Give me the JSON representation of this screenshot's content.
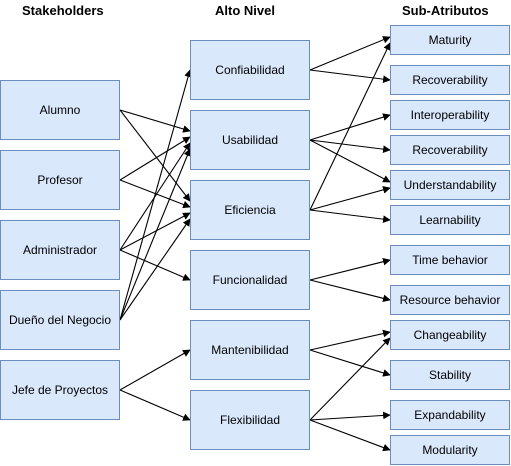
{
  "headers": {
    "stakeholders": "Stakeholders",
    "alto_nivel": "Alto Nivel",
    "sub_atributos": "Sub-Atributos"
  },
  "stakeholders": [
    {
      "id": "alumno",
      "label": "Alumno"
    },
    {
      "id": "profesor",
      "label": "Profesor"
    },
    {
      "id": "administrador",
      "label": "Administrador"
    },
    {
      "id": "dueno",
      "label": "Dueño del Negocio"
    },
    {
      "id": "jefe",
      "label": "Jefe de Proyectos"
    }
  ],
  "alto_nivel": [
    {
      "id": "confiabilidad",
      "label": "Confiabilidad"
    },
    {
      "id": "usabilidad",
      "label": "Usabilidad"
    },
    {
      "id": "eficiencia",
      "label": "Eficiencia"
    },
    {
      "id": "funcionalidad",
      "label": "Funcionalidad"
    },
    {
      "id": "mantenibilidad",
      "label": "Mantenibilidad"
    },
    {
      "id": "flexibilidad",
      "label": "Flexibilidad"
    }
  ],
  "sub_atributos": [
    {
      "id": "maturity",
      "label": "Maturity"
    },
    {
      "id": "recoverability1",
      "label": "Recoverability"
    },
    {
      "id": "interoperability",
      "label": "Interoperability"
    },
    {
      "id": "recoverability2",
      "label": "Recoverability"
    },
    {
      "id": "understandability",
      "label": "Understandability"
    },
    {
      "id": "learnability",
      "label": "Learnability"
    },
    {
      "id": "time_behavior",
      "label": "Time behavior"
    },
    {
      "id": "resource_behavior",
      "label": "Resource behavior"
    },
    {
      "id": "changeability",
      "label": "Changeability"
    },
    {
      "id": "stability",
      "label": "Stability"
    },
    {
      "id": "expandability",
      "label": "Expandability"
    },
    {
      "id": "modularity",
      "label": "Modularity"
    }
  ],
  "edges": [
    {
      "from": "alumno",
      "to": "usabilidad"
    },
    {
      "from": "alumno",
      "to": "eficiencia"
    },
    {
      "from": "profesor",
      "to": "usabilidad"
    },
    {
      "from": "profesor",
      "to": "eficiencia"
    },
    {
      "from": "administrador",
      "to": "usabilidad"
    },
    {
      "from": "administrador",
      "to": "eficiencia"
    },
    {
      "from": "administrador",
      "to": "funcionalidad"
    },
    {
      "from": "dueno",
      "to": "confiabilidad"
    },
    {
      "from": "dueno",
      "to": "usabilidad"
    },
    {
      "from": "dueno",
      "to": "eficiencia"
    },
    {
      "from": "jefe",
      "to": "mantenibilidad"
    },
    {
      "from": "jefe",
      "to": "flexibilidad"
    },
    {
      "from": "confiabilidad",
      "to": "maturity"
    },
    {
      "from": "confiabilidad",
      "to": "recoverability1"
    },
    {
      "from": "usabilidad",
      "to": "interoperability"
    },
    {
      "from": "usabilidad",
      "to": "recoverability2"
    },
    {
      "from": "usabilidad",
      "to": "understandability"
    },
    {
      "from": "eficiencia",
      "to": "maturity"
    },
    {
      "from": "eficiencia",
      "to": "understandability"
    },
    {
      "from": "eficiencia",
      "to": "learnability"
    },
    {
      "from": "funcionalidad",
      "to": "time_behavior"
    },
    {
      "from": "funcionalidad",
      "to": "resource_behavior"
    },
    {
      "from": "mantenibilidad",
      "to": "changeability"
    },
    {
      "from": "mantenibilidad",
      "to": "stability"
    },
    {
      "from": "flexibilidad",
      "to": "changeability"
    },
    {
      "from": "flexibilidad",
      "to": "expandability"
    },
    {
      "from": "flexibilidad",
      "to": "modularity"
    }
  ],
  "colors": {
    "box_fill": "#dae8fc",
    "box_border": "#6c8ebf",
    "edge": "#000000"
  }
}
